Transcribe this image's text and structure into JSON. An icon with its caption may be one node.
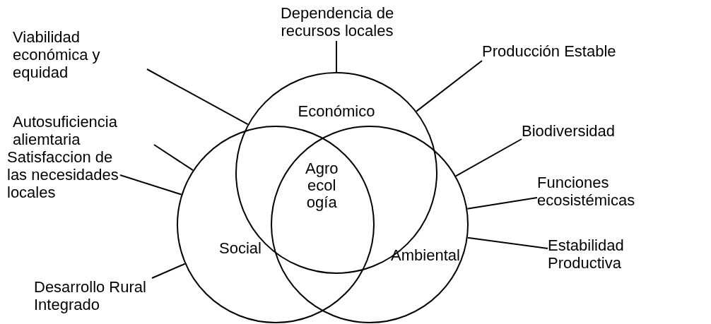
{
  "diagram": {
    "nodes": [
      {
        "text": [
          "Económico"
        ]
      },
      {
        "text": [
          "Social"
        ]
      },
      {
        "text": [
          "Ambiental"
        ]
      },
      {
        "text": [
          "Viabilidad económica y equidad"
        ]
      },
      {
        "text": [
          "Dependencia de recursos locales"
        ]
      },
      {
        "text": [
          "Producción Estable"
        ]
      },
      {
        "text": [
          "Autosuficiencia aliemtaria"
        ]
      },
      {
        "text": [
          "Satisfaccion de las necesidades locales"
        ]
      },
      {
        "text": [
          "Desarrollo Rural Integrado"
        ]
      },
      {
        "text": [
          "Biodiversidad"
        ]
      },
      {
        "text": [
          "Funciones ecosistémicas"
        ]
      },
      {
        "text": [
          "Estabilidad Productiva"
        ]
      }
    ],
    "edges": [
      {
        "from": 3,
        "to": 0,
        "arrow": "none"
      },
      {
        "from": 4,
        "to": 0,
        "arrow": "none"
      },
      {
        "from": 5,
        "to": 0,
        "arrow": "none"
      },
      {
        "from": 6,
        "to": 1,
        "arrow": "none"
      },
      {
        "from": 7,
        "to": 1,
        "arrow": "none"
      },
      {
        "from": 8,
        "to": 1,
        "arrow": "none"
      },
      {
        "from": 9,
        "to": 2,
        "arrow": "none"
      },
      {
        "from": 10,
        "to": 2,
        "arrow": "none"
      },
      {
        "from": 11,
        "to": 2,
        "arrow": "none"
      }
    ],
    "labels": [
      "Agro ecol ogía"
    ]
  }
}
